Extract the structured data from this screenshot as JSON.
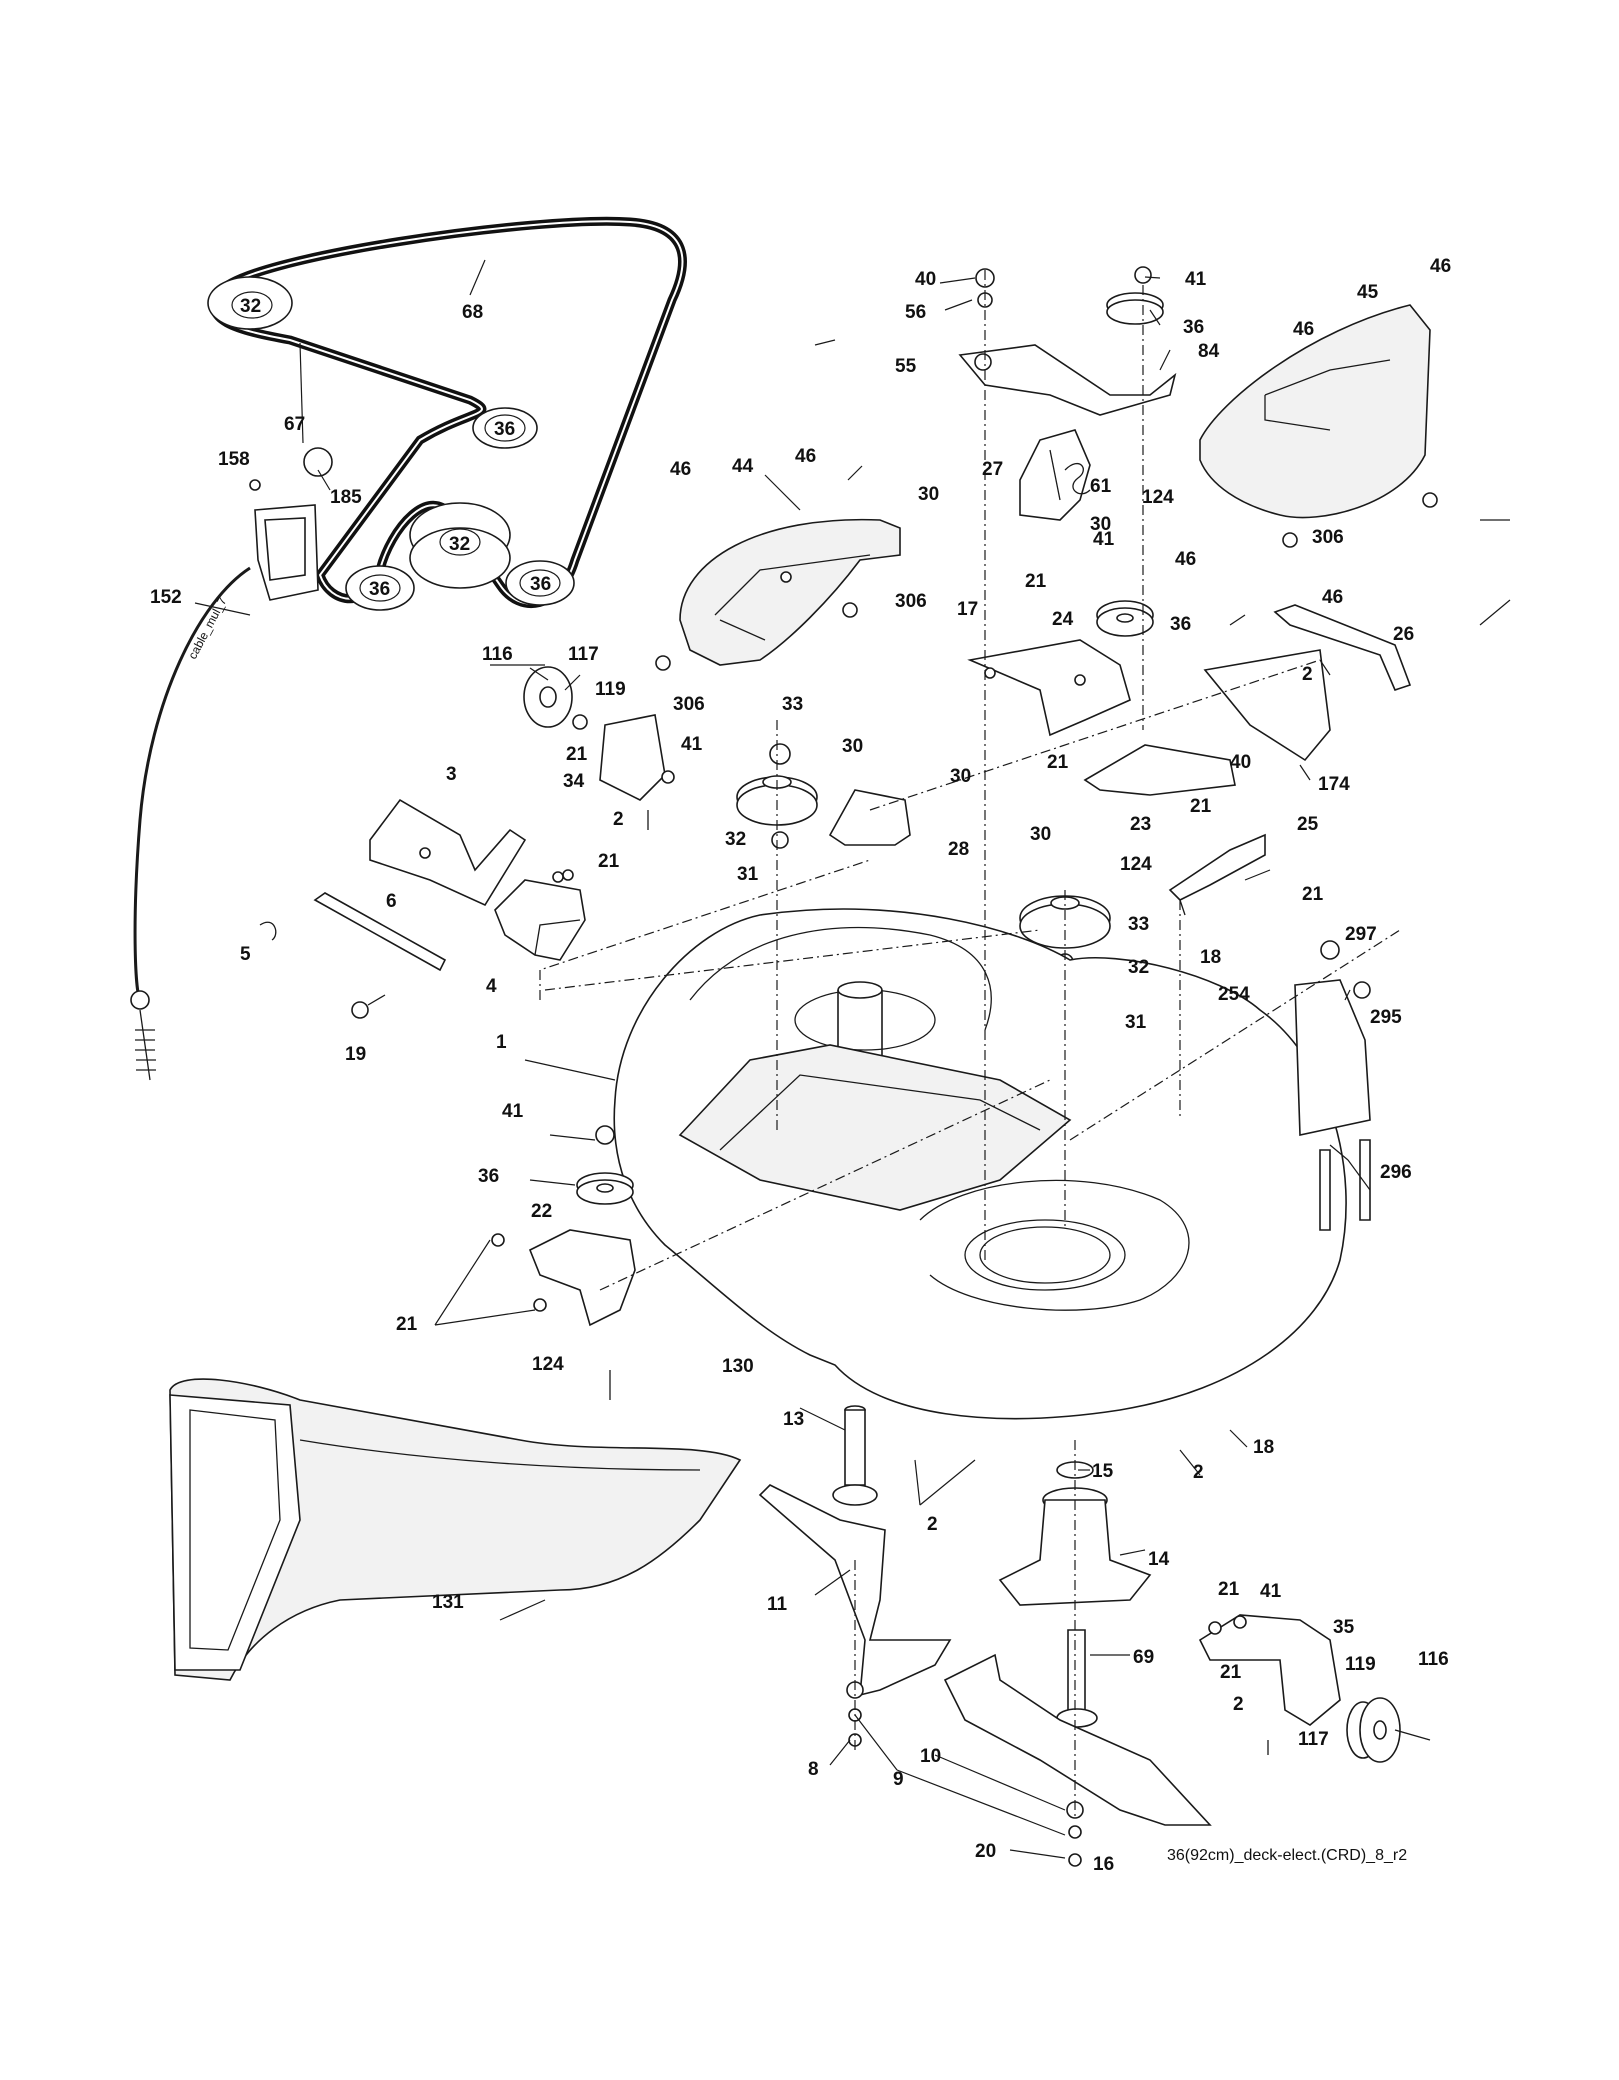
{
  "caption": "36(92cm)_deck-elect.(CRD)_8_r2",
  "cable_text": "cable_mul_7",
  "labels": [
    {
      "id": "68",
      "text": "68"
    },
    {
      "id": "32a",
      "text": "32"
    },
    {
      "id": "36a",
      "text": "36"
    },
    {
      "id": "32b",
      "text": "32"
    },
    {
      "id": "36b",
      "text": "36"
    },
    {
      "id": "36c",
      "text": "36"
    },
    {
      "id": "67",
      "text": "67"
    },
    {
      "id": "158",
      "text": "158"
    },
    {
      "id": "185",
      "text": "185"
    },
    {
      "id": "152",
      "text": "152"
    },
    {
      "id": "116a",
      "text": "116"
    },
    {
      "id": "117a",
      "text": "117"
    },
    {
      "id": "119a",
      "text": "119"
    },
    {
      "id": "21a",
      "text": "21"
    },
    {
      "id": "34",
      "text": "34"
    },
    {
      "id": "41a",
      "text": "41"
    },
    {
      "id": "2a",
      "text": "2"
    },
    {
      "id": "3",
      "text": "3"
    },
    {
      "id": "21b",
      "text": "21"
    },
    {
      "id": "6",
      "text": "6"
    },
    {
      "id": "5",
      "text": "5"
    },
    {
      "id": "4",
      "text": "4"
    },
    {
      "id": "19",
      "text": "19"
    },
    {
      "id": "46a",
      "text": "46"
    },
    {
      "id": "44",
      "text": "44"
    },
    {
      "id": "46b",
      "text": "46"
    },
    {
      "id": "306a",
      "text": "306"
    },
    {
      "id": "306b",
      "text": "306"
    },
    {
      "id": "33a",
      "text": "33"
    },
    {
      "id": "32c",
      "text": "32"
    },
    {
      "id": "31a",
      "text": "31"
    },
    {
      "id": "30a",
      "text": "30"
    },
    {
      "id": "30b",
      "text": "30"
    },
    {
      "id": "28",
      "text": "28"
    },
    {
      "id": "40a",
      "text": "40"
    },
    {
      "id": "56",
      "text": "56"
    },
    {
      "id": "55",
      "text": "55"
    },
    {
      "id": "41b",
      "text": "41"
    },
    {
      "id": "36d",
      "text": "36"
    },
    {
      "id": "84",
      "text": "84"
    },
    {
      "id": "27",
      "text": "27"
    },
    {
      "id": "61",
      "text": "61"
    },
    {
      "id": "124a",
      "text": "124"
    },
    {
      "id": "30c",
      "text": "30"
    },
    {
      "id": "30d",
      "text": "30"
    },
    {
      "id": "41c",
      "text": "41"
    },
    {
      "id": "21c",
      "text": "21"
    },
    {
      "id": "17",
      "text": "17"
    },
    {
      "id": "24",
      "text": "24"
    },
    {
      "id": "36e",
      "text": "36"
    },
    {
      "id": "46c",
      "text": "46"
    },
    {
      "id": "45",
      "text": "45"
    },
    {
      "id": "46d",
      "text": "46"
    },
    {
      "id": "306c",
      "text": "306"
    },
    {
      "id": "46e",
      "text": "46"
    },
    {
      "id": "46f",
      "text": "46"
    },
    {
      "id": "26",
      "text": "26"
    },
    {
      "id": "2b",
      "text": "2"
    },
    {
      "id": "174",
      "text": "174"
    },
    {
      "id": "21d",
      "text": "21"
    },
    {
      "id": "40b",
      "text": "40"
    },
    {
      "id": "23",
      "text": "23"
    },
    {
      "id": "21e",
      "text": "21"
    },
    {
      "id": "25",
      "text": "25"
    },
    {
      "id": "21f",
      "text": "21"
    },
    {
      "id": "30e",
      "text": "30"
    },
    {
      "id": "124b",
      "text": "124"
    },
    {
      "id": "33b",
      "text": "33"
    },
    {
      "id": "32d",
      "text": "32"
    },
    {
      "id": "31b",
      "text": "31"
    },
    {
      "id": "18a",
      "text": "18"
    },
    {
      "id": "254",
      "text": "254"
    },
    {
      "id": "297",
      "text": "297"
    },
    {
      "id": "295",
      "text": "295"
    },
    {
      "id": "296",
      "text": "296"
    },
    {
      "id": "1",
      "text": "1"
    },
    {
      "id": "41d",
      "text": "41"
    },
    {
      "id": "36f",
      "text": "36"
    },
    {
      "id": "22",
      "text": "22"
    },
    {
      "id": "21g",
      "text": "21"
    },
    {
      "id": "124c",
      "text": "124"
    },
    {
      "id": "130",
      "text": "130"
    },
    {
      "id": "13",
      "text": "13"
    },
    {
      "id": "2c",
      "text": "2"
    },
    {
      "id": "15",
      "text": "15"
    },
    {
      "id": "2d",
      "text": "2"
    },
    {
      "id": "18b",
      "text": "18"
    },
    {
      "id": "14",
      "text": "14"
    },
    {
      "id": "131",
      "text": "131"
    },
    {
      "id": "11",
      "text": "11"
    },
    {
      "id": "69",
      "text": "69"
    },
    {
      "id": "21h",
      "text": "21"
    },
    {
      "id": "41e",
      "text": "41"
    },
    {
      "id": "35",
      "text": "35"
    },
    {
      "id": "21i",
      "text": "21"
    },
    {
      "id": "119b",
      "text": "119"
    },
    {
      "id": "116b",
      "text": "116"
    },
    {
      "id": "2e",
      "text": "2"
    },
    {
      "id": "117b",
      "text": "117"
    },
    {
      "id": "8",
      "text": "8"
    },
    {
      "id": "9",
      "text": "9"
    },
    {
      "id": "10",
      "text": "10"
    },
    {
      "id": "20",
      "text": "20"
    },
    {
      "id": "16",
      "text": "16"
    }
  ]
}
